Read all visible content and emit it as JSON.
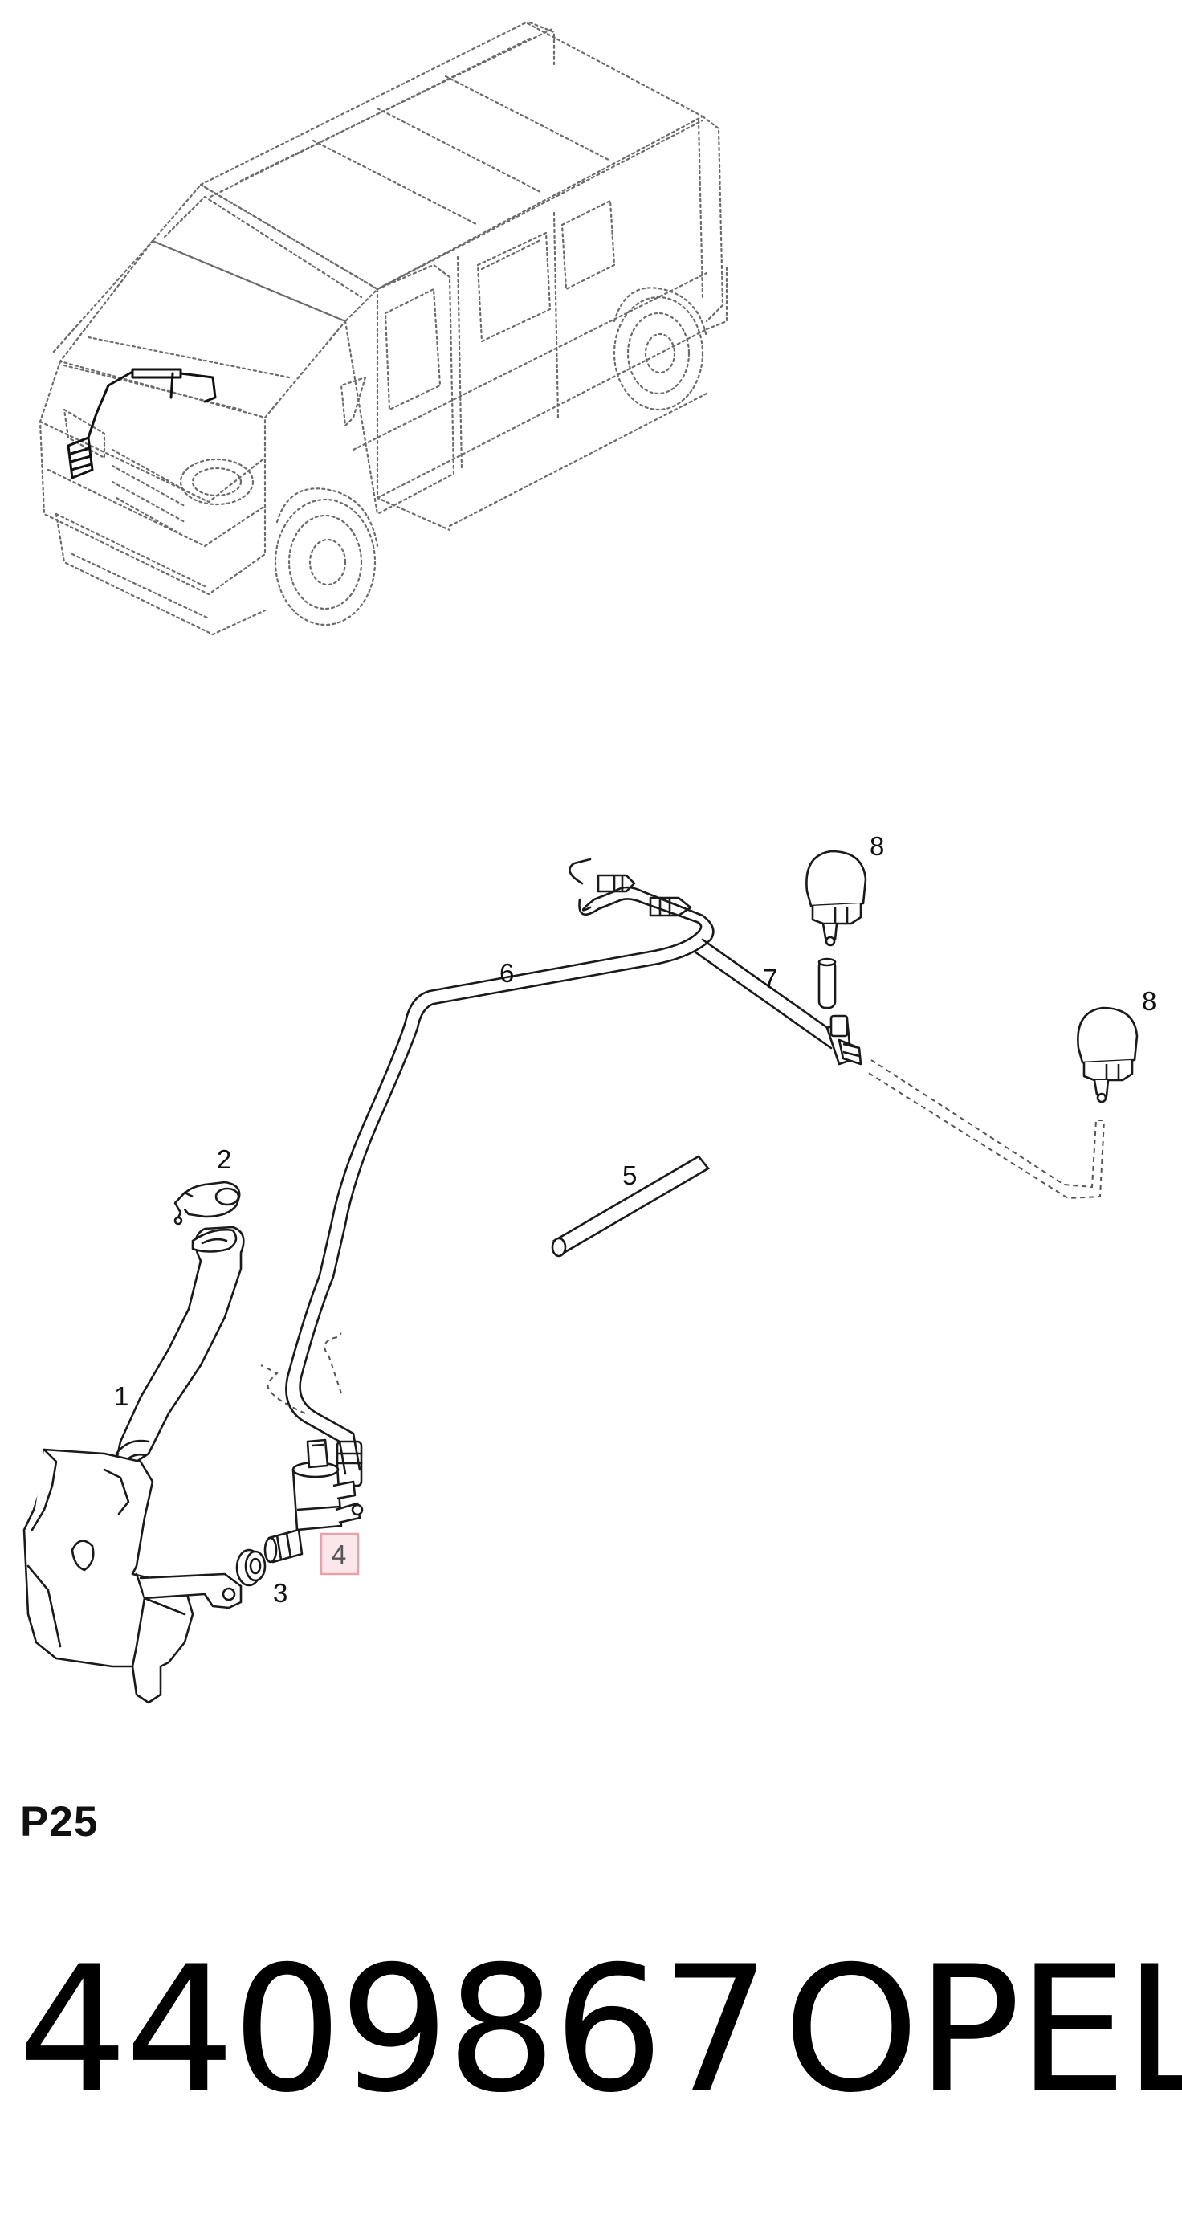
{
  "diagram": {
    "section_code": "P25",
    "part_number": "4409867",
    "brand": "OPEL",
    "highlighted_callout": "4",
    "highlight_color": "#e8a0aa",
    "callouts": [
      "1",
      "2",
      "3",
      "4",
      "5",
      "6",
      "7",
      "8",
      "8"
    ],
    "parts": [
      {
        "callout": "1",
        "icon": "washer-reservoir-with-filler-neck"
      },
      {
        "callout": "2",
        "icon": "filler-cap"
      },
      {
        "callout": "3",
        "icon": "grommet"
      },
      {
        "callout": "4",
        "icon": "washer-pump"
      },
      {
        "callout": "5",
        "icon": "hose-section"
      },
      {
        "callout": "6",
        "icon": "washer-hose"
      },
      {
        "callout": "7",
        "icon": "t-connector"
      },
      {
        "callout": "8",
        "icon": "washer-jet"
      }
    ]
  }
}
